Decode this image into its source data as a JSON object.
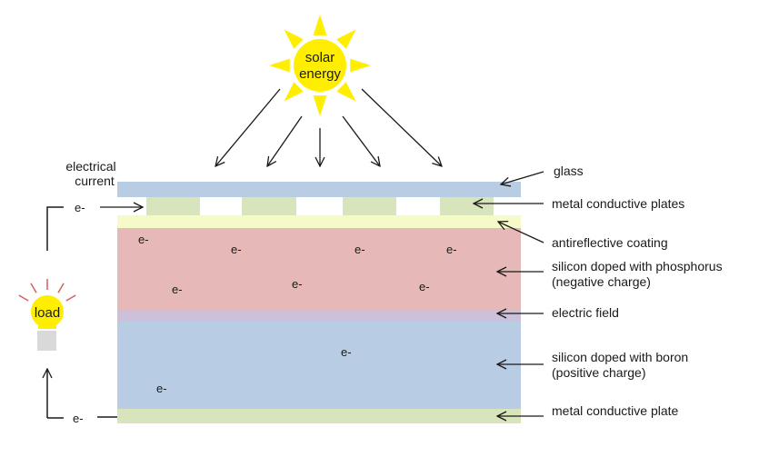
{
  "sun": {
    "line1": "solar",
    "line2": "energy",
    "color": "#ffee00"
  },
  "circuit": {
    "current_line1": "electrical",
    "current_line2": "current",
    "electron_top": "e-",
    "electron_bottom": "e-",
    "load_label": "load",
    "bulb_color": "#ffee00",
    "bulb_base_color": "#d9d9d9",
    "ray_color": "#d06060"
  },
  "layers": [
    {
      "id": "glass",
      "label": "glass",
      "color": "#b8cce4"
    },
    {
      "id": "metal-plates-top",
      "label": "metal conductive plates",
      "color": "#d8e4bc"
    },
    {
      "id": "antireflective",
      "label": "antireflective coating",
      "color": "#f5fac8"
    },
    {
      "id": "n-type",
      "label_line1": "silicon doped with phosphorus",
      "label_line2": "(negative charge)",
      "color": "#e6b8b7"
    },
    {
      "id": "electric-field",
      "label": "electric field",
      "color": "#ccc0da"
    },
    {
      "id": "p-type",
      "label_line1": "silicon doped with boron",
      "label_line2": "(positive charge)",
      "color": "#b8cce4"
    },
    {
      "id": "metal-plate-bottom",
      "label": "metal conductive plate",
      "color": "#d8e4bc"
    }
  ],
  "electrons": {
    "symbol": "e-",
    "n_layer_count": 7,
    "p_layer_count": 2
  }
}
